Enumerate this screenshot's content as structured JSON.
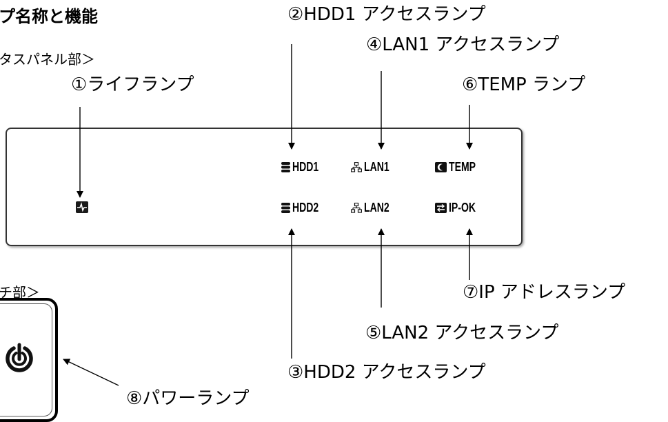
{
  "heading": "プ名称と機能",
  "sections": {
    "front_panel": "タスパネル部＞",
    "switch": "チ部＞"
  },
  "callouts": {
    "life": "①ライフランプ",
    "hdd1": "②HDD1 アクセスランプ",
    "hdd2": "③HDD2 アクセスランプ",
    "lan1": "④LAN1 アクセスランプ",
    "lan2": "⑤LAN2 アクセスランプ",
    "temp": "⑥TEMP ランプ",
    "ip": "⑦IP アドレスランプ",
    "power": "⑧パワーランプ"
  },
  "panel": {
    "hdd1": "HDD1",
    "hdd2": "HDD2",
    "lan1": "LAN1",
    "lan2": "LAN2",
    "temp": "TEMP",
    "ipok": "IP-OK"
  },
  "icons": {
    "life": "heartbeat-icon",
    "hdd": "database-icon",
    "lan": "network-icon",
    "temp": "thermometer-icon",
    "ip": "swap-arrows-icon",
    "power": "power-icon"
  }
}
